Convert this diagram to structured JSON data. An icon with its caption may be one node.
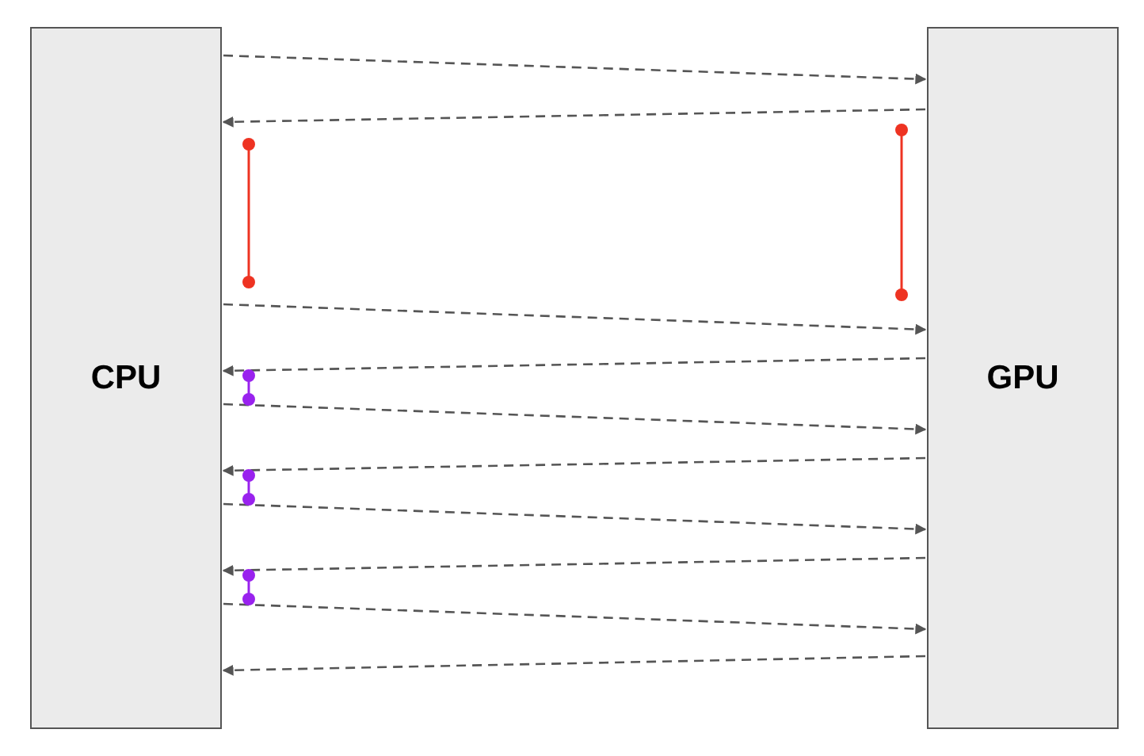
{
  "diagram": {
    "nodes": [
      {
        "text": [
          "CPU"
        ]
      },
      {
        "text": [
          "GPU"
        ]
      }
    ],
    "edges": [
      {
        "from": 0,
        "to": 1,
        "arrow": "to",
        "style": "dashed"
      },
      {
        "from": 1,
        "to": 0,
        "arrow": "to",
        "style": "dashed"
      },
      {
        "from": 0,
        "to": 1,
        "arrow": "to",
        "style": "dashed"
      },
      {
        "from": 1,
        "to": 0,
        "arrow": "to",
        "style": "dashed"
      },
      {
        "from": 0,
        "to": 1,
        "arrow": "to",
        "style": "dashed"
      },
      {
        "from": 1,
        "to": 0,
        "arrow": "to",
        "style": "dashed"
      },
      {
        "from": 0,
        "to": 1,
        "arrow": "to",
        "style": "dashed"
      },
      {
        "from": 1,
        "to": 0,
        "arrow": "to",
        "style": "dashed"
      },
      {
        "from": 0,
        "to": 1,
        "arrow": "to",
        "style": "dashed"
      },
      {
        "from": 1,
        "to": 0,
        "arrow": "to",
        "style": "dashed"
      }
    ]
  }
}
